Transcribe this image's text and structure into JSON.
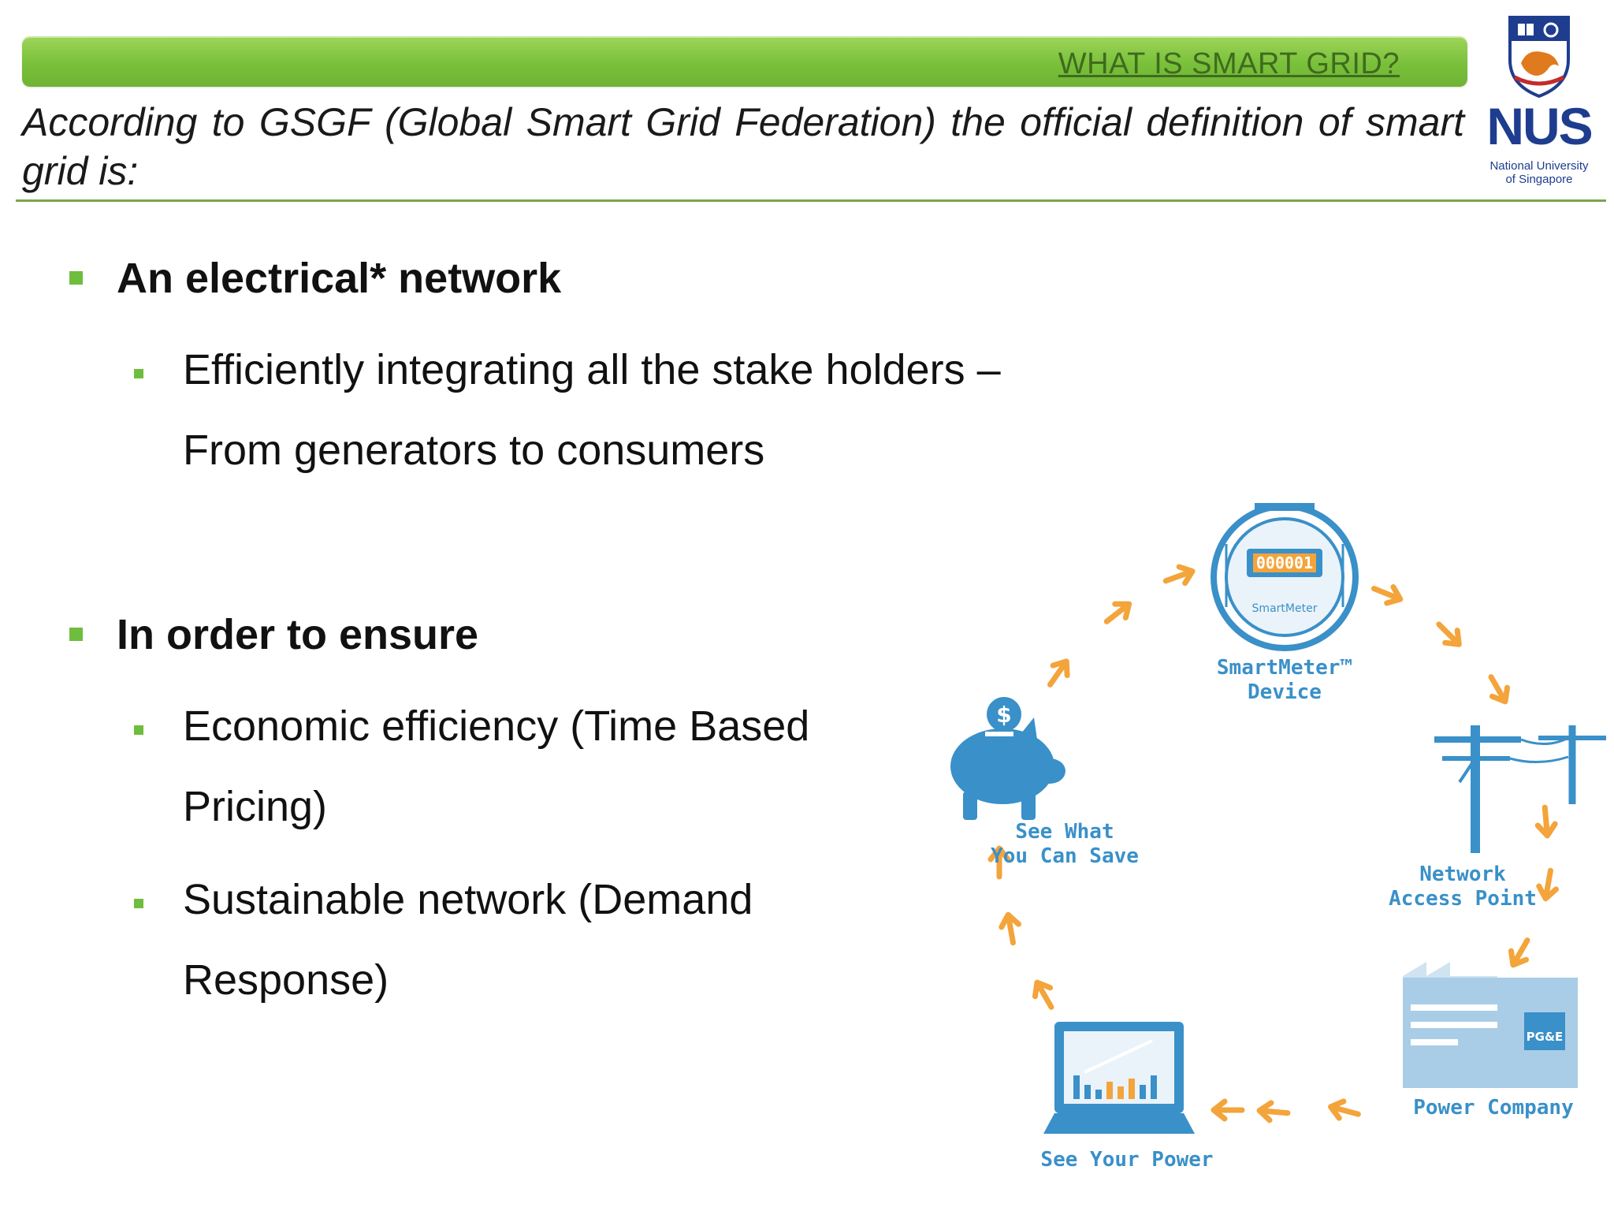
{
  "header": {
    "link": "WHAT IS SMART GRID?"
  },
  "definition": "According to GSGF (Global Smart Grid Federation) the official definition of smart grid is:",
  "logo": {
    "name": "NUS",
    "subtitle_line1": "National University",
    "subtitle_line2": "of Singapore"
  },
  "points": [
    {
      "heading": "An electrical* network",
      "subs": [
        "Efficiently integrating all the stake holders – From generators to consumers"
      ]
    },
    {
      "heading": "In order to ensure",
      "subs": [
        "Economic efficiency (Time Based Pricing)",
        "Sustainable network (Demand Response)"
      ]
    }
  ],
  "diagram": {
    "meter_display": "000001",
    "meter_brand": "SmartMeter",
    "company_badge": "PG&E",
    "labels": {
      "smartmeter_line1": "SmartMeter™",
      "smartmeter_line2": "Device",
      "network_line1": "Network",
      "network_line2": "Access Point",
      "power_company": "Power Company",
      "see_power": "See Your Power",
      "save_line1": "See What",
      "save_line2": "You Can Save",
      "coin_symbol": "$"
    },
    "colors": {
      "icon_blue": "#3a90c8",
      "arrow_orange": "#f3a43b",
      "bullet_green": "#6fbd3d"
    }
  }
}
